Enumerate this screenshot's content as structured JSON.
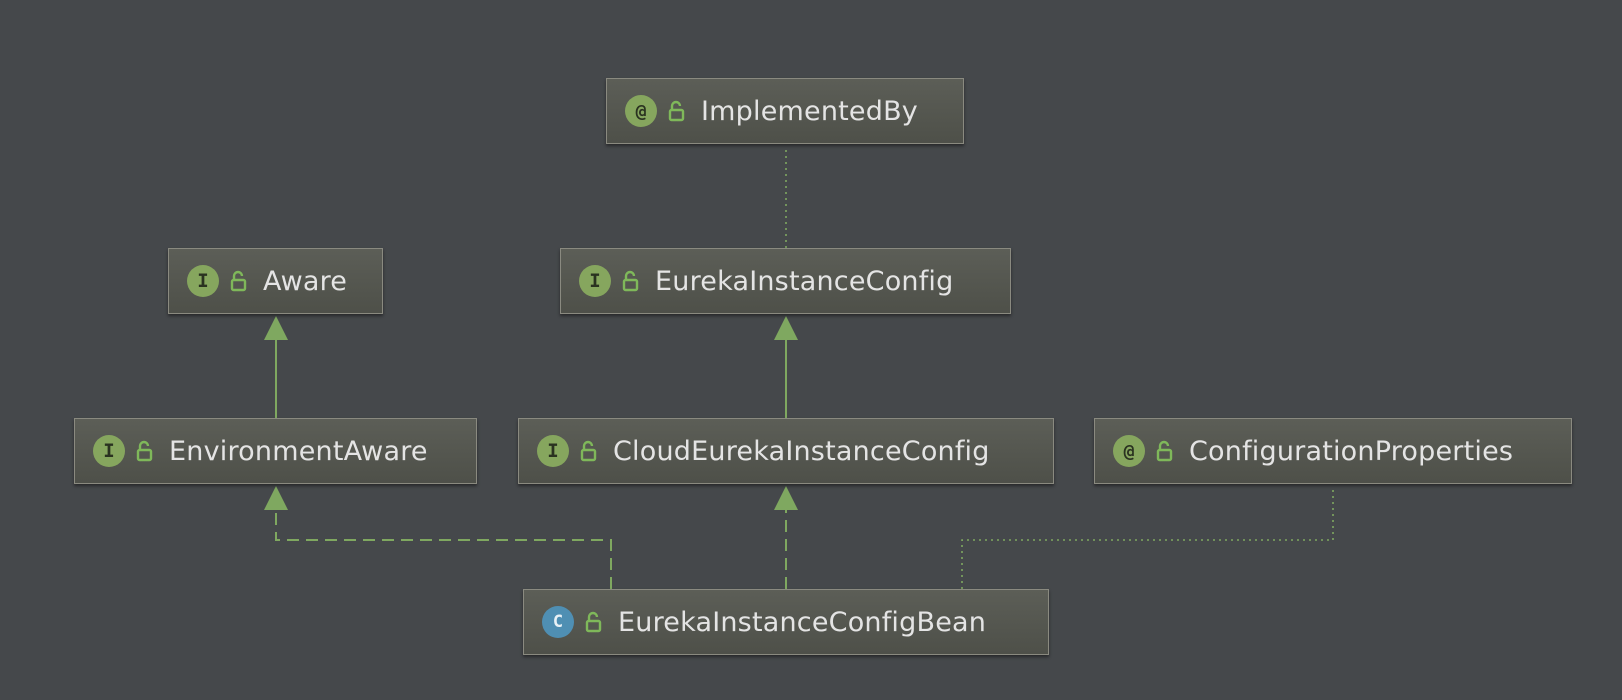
{
  "colors": {
    "background": "#45484b",
    "edge": "#7fa860",
    "node_border": "#8a8a80",
    "interface_badge": "#86a65e",
    "annotation_badge": "#86a65e",
    "class_badge": "#4f8fb3"
  },
  "nodes": [
    {
      "id": "implementedby",
      "kind": "annotation",
      "badge": "@",
      "label": "ImplementedBy",
      "icon": "annotation-icon"
    },
    {
      "id": "aware",
      "kind": "interface",
      "badge": "I",
      "label": "Aware",
      "icon": "interface-icon"
    },
    {
      "id": "eurekainstanceconfig",
      "kind": "interface",
      "badge": "I",
      "label": "EurekaInstanceConfig",
      "icon": "interface-icon"
    },
    {
      "id": "environmentaware",
      "kind": "interface",
      "badge": "I",
      "label": "EnvironmentAware",
      "icon": "interface-icon"
    },
    {
      "id": "cloudeurekainstanceconfig",
      "kind": "interface",
      "badge": "I",
      "label": "CloudEurekaInstanceConfig",
      "icon": "interface-icon"
    },
    {
      "id": "configurationproperties",
      "kind": "annotation",
      "badge": "@",
      "label": "ConfigurationProperties",
      "icon": "annotation-icon"
    },
    {
      "id": "eurekainstanceconfigbean",
      "kind": "class",
      "badge": "C",
      "label": "EurekaInstanceConfigBean",
      "icon": "class-icon"
    }
  ],
  "edges": [
    {
      "from": "eurekainstanceconfig",
      "to": "implementedby",
      "type": "annotated-with",
      "style": "dotted"
    },
    {
      "from": "environmentaware",
      "to": "aware",
      "type": "extends",
      "style": "solid"
    },
    {
      "from": "cloudeurekainstanceconfig",
      "to": "eurekainstanceconfig",
      "type": "extends",
      "style": "solid"
    },
    {
      "from": "eurekainstanceconfigbean",
      "to": "environmentaware",
      "type": "implements",
      "style": "dashed"
    },
    {
      "from": "eurekainstanceconfigbean",
      "to": "cloudeurekainstanceconfig",
      "type": "implements",
      "style": "dashed"
    },
    {
      "from": "eurekainstanceconfigbean",
      "to": "configurationproperties",
      "type": "annotated-with",
      "style": "dotted"
    }
  ]
}
